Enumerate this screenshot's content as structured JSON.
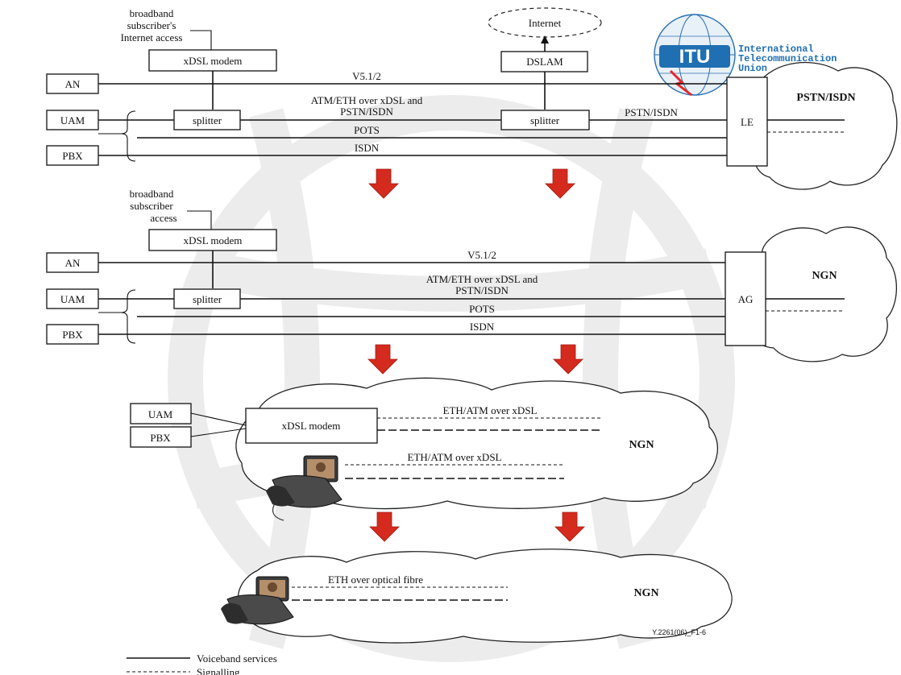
{
  "colors": {
    "arrow": "#d52a1e",
    "itu_blue": "#1f6fb2",
    "itu_red": "#e8272c",
    "line": "#111111",
    "watermark": "#ececec"
  },
  "logo": {
    "short": "ITU",
    "line1": "International",
    "line2": "Telecommunication",
    "line3": "Union"
  },
  "stage1": {
    "note": [
      "broadband",
      "subscriber's",
      "Internet access"
    ],
    "xdsl_modem": "xDSL modem",
    "internet": "Internet",
    "dslam": "DSLAM",
    "an": "AN",
    "uam": "UAM",
    "pbx": "PBX",
    "splitter_left": "splitter",
    "splitter_right": "splitter",
    "v5": "V5.1/2",
    "atm_line1": "ATM/ETH over xDSL and",
    "atm_line2": "PSTN/ISDN",
    "pstn_isdn_link": "PSTN/ISDN",
    "pots": "POTS",
    "isdn": "ISDN",
    "le": "LE",
    "cloud": "PSTN/ISDN"
  },
  "stage2": {
    "note": [
      "broadband",
      "subscriber",
      "access"
    ],
    "xdsl_modem": "xDSL modem",
    "an": "AN",
    "uam": "UAM",
    "pbx": "PBX",
    "splitter": "splitter",
    "v5": "V5.1/2",
    "atm_line1": "ATM/ETH over xDSL and",
    "atm_line2": "PSTN/ISDN",
    "pots": "POTS",
    "isdn": "ISDN",
    "ag": "AG",
    "cloud": "NGN"
  },
  "stage3": {
    "uam": "UAM",
    "pbx": "PBX",
    "xdsl_modem": "xDSL modem",
    "eth_atm_1": "ETH/ATM over xDSL",
    "eth_atm_2": "ETH/ATM over xDSL",
    "cloud": "NGN"
  },
  "stage4": {
    "eth_optical": "ETH over optical fibre",
    "cloud": "NGN",
    "figure_id": "Y.2261(06)_F1-6"
  },
  "legend": {
    "solid": "Voiceband services",
    "dashed": "Signalling"
  }
}
